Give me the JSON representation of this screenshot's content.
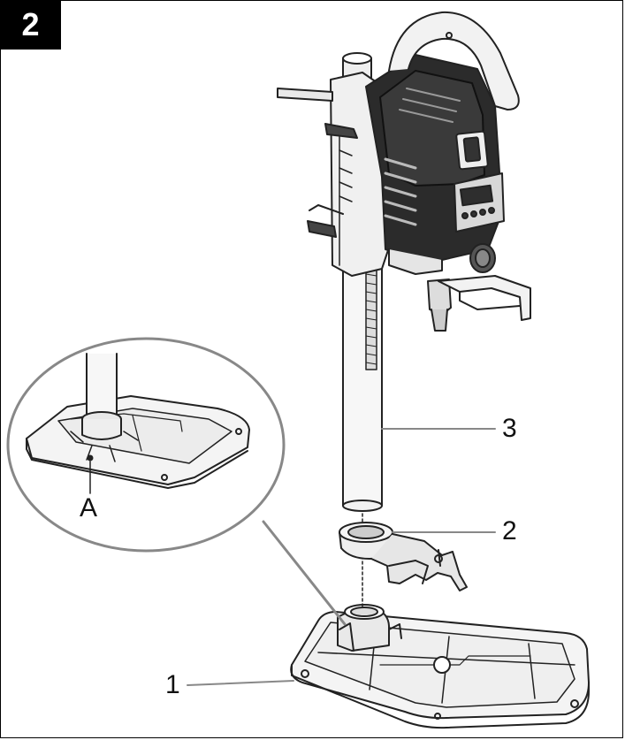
{
  "figure": {
    "number": "2"
  },
  "callouts": {
    "base": "1",
    "clamp_collar": "2",
    "column": "3",
    "detail_point": "A"
  }
}
